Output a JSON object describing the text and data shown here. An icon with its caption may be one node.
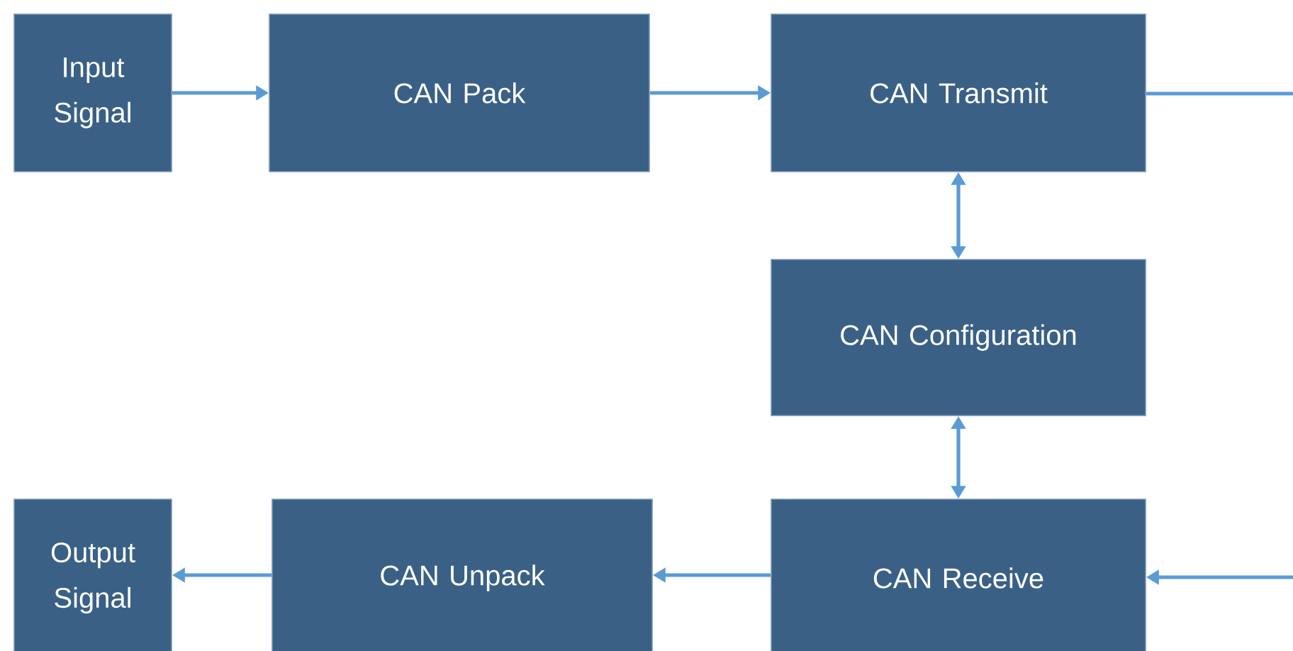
{
  "diagram": {
    "nodes": [
      {
        "text": [
          "Input Signal"
        ]
      },
      {
        "text": [
          "CAN Pack"
        ]
      },
      {
        "text": [
          "CAN Transmit"
        ]
      },
      {
        "text": [
          "CAN Configuration"
        ]
      },
      {
        "text": [
          "Output Signal"
        ]
      },
      {
        "text": [
          "CAN Unpack"
        ]
      },
      {
        "text": [
          "CAN Receive"
        ]
      }
    ],
    "edges": [
      {
        "from": 0,
        "to": 1,
        "arrow": "to"
      },
      {
        "from": 1,
        "to": 2,
        "arrow": "to"
      },
      {
        "from": 2,
        "to": null,
        "arrow": "none"
      },
      {
        "from": 2,
        "to": 3,
        "arrow": "both"
      },
      {
        "from": 3,
        "to": 6,
        "arrow": "both"
      },
      {
        "from": 6,
        "to": 5,
        "arrow": "to"
      },
      {
        "from": 5,
        "to": 4,
        "arrow": "to"
      },
      {
        "from": null,
        "to": 6,
        "arrow": "to"
      }
    ]
  }
}
